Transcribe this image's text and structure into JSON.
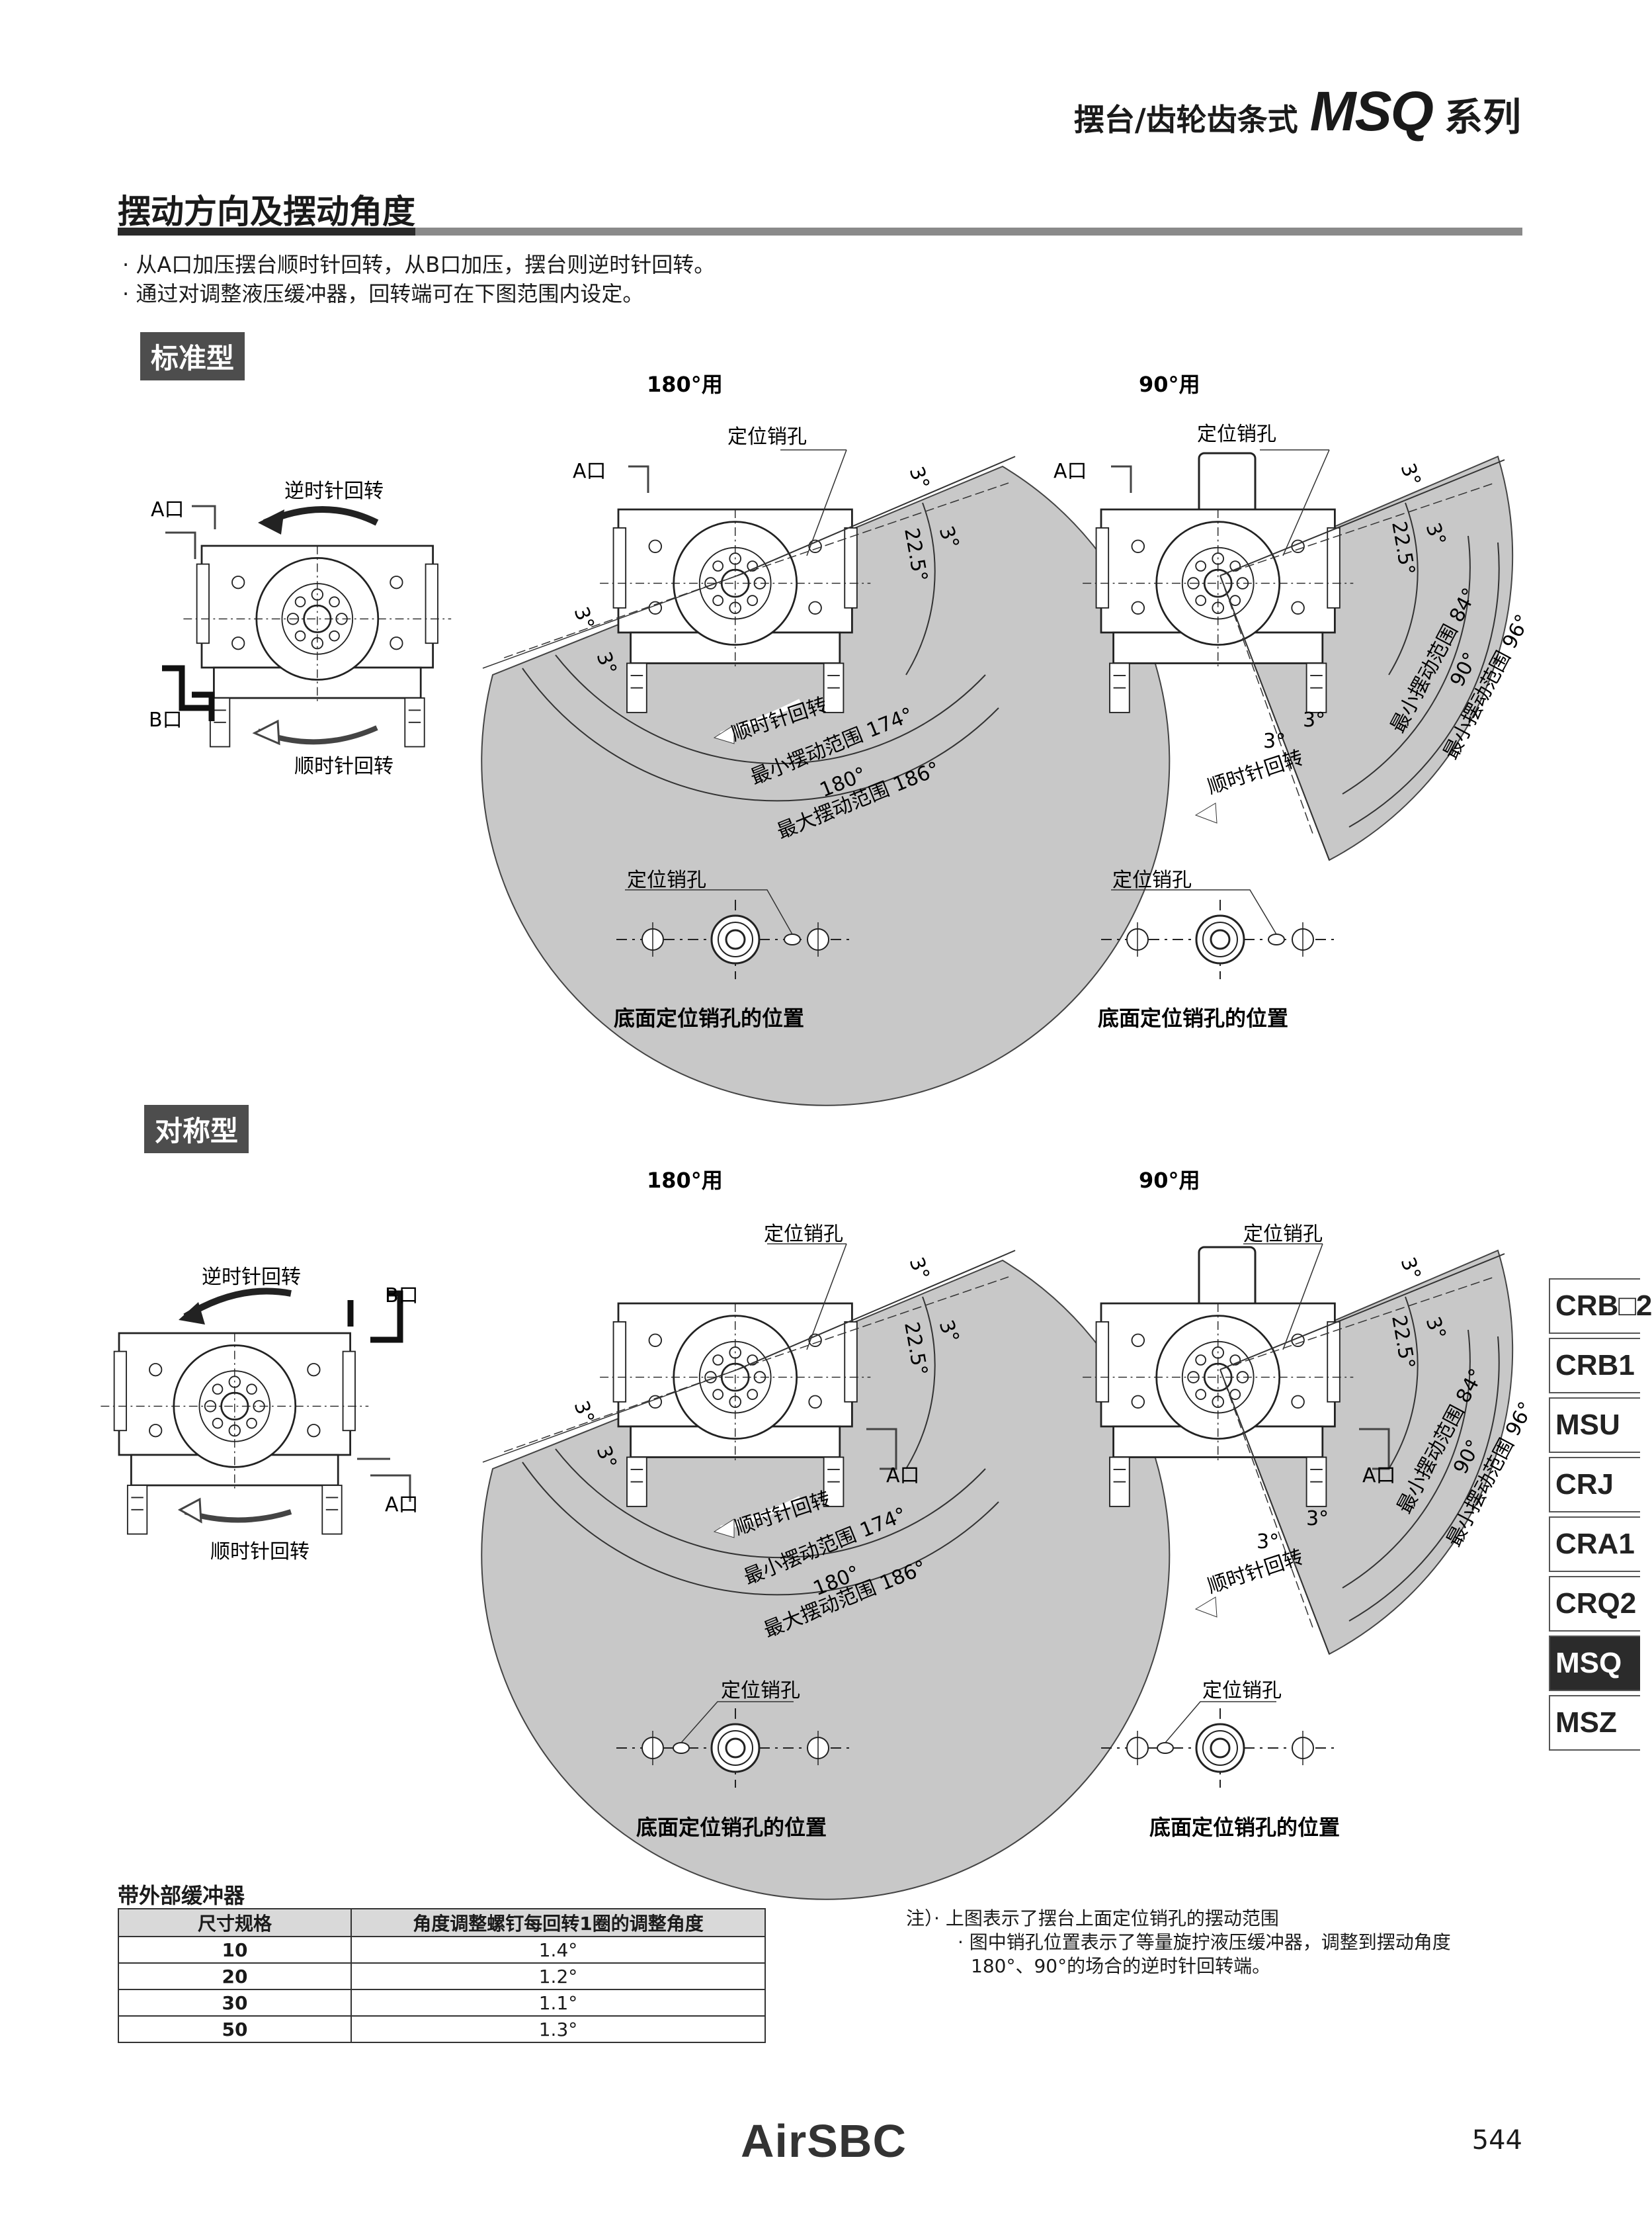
{
  "header": {
    "category": "摆台/齿轮齿条式",
    "model": "MSQ",
    "suffix": "系列"
  },
  "section": {
    "title": "摆动方向及摆动角度",
    "bullets": [
      "从A口加压摆台顺时针回转，从B口加压，摆台则逆时针回转。",
      "通过对调整液压缓冲器，回转端可在下图范围内设定。"
    ]
  },
  "standard": {
    "tag": "标准型",
    "left": {
      "port_a": "A口",
      "port_b": "B口",
      "ccw": "逆时针回转",
      "cw": "顺时针回转"
    },
    "d180": {
      "title": "180°用",
      "pin_hole": "定位销孔",
      "port_a": "A口",
      "ang3": "3°",
      "ang22": "22.5°",
      "cw": "顺时针回转",
      "min_range": "最小摆动范围 174°",
      "nominal": "180°",
      "max_range": "最大摆动范围 186°",
      "bottom_pin": "定位销孔",
      "caption": "底面定位销孔的位置"
    },
    "d90": {
      "title": "90°用",
      "pin_hole": "定位销孔",
      "port_a": "A口",
      "ang3": "3°",
      "ang22": "22.5°",
      "cw": "顺时针回转",
      "min_range": "最小摆动范围 84°",
      "nominal": "90°",
      "max_range": "最小摆动范围 96°",
      "bottom_pin": "定位销孔",
      "caption": "底面定位销孔的位置"
    }
  },
  "symmetric": {
    "tag": "对称型",
    "left": {
      "port_a": "A口",
      "port_b": "B口",
      "ccw": "逆时针回转",
      "cw": "顺时针回转"
    },
    "d180": {
      "title": "180°用",
      "pin_hole": "定位销孔",
      "port_a": "A口",
      "ang3": "3°",
      "ang22": "22.5°",
      "cw": "顺时针回转",
      "min_range": "最小摆动范围 174°",
      "nominal": "180°",
      "max_range": "最大摆动范围 186°",
      "bottom_pin": "定位销孔",
      "caption": "底面定位销孔的位置"
    },
    "d90": {
      "title": "90°用",
      "pin_hole": "定位销孔",
      "port_a": "A口",
      "ang3": "3°",
      "ang22": "22.5°",
      "cw": "顺时针回转",
      "min_range": "最小摆动范围 84°",
      "nominal": "90°",
      "max_range": "最小摆动范围 96°",
      "bottom_pin": "定位销孔",
      "caption": "底面定位销孔的位置"
    }
  },
  "table": {
    "caption": "带外部缓冲器",
    "headers": [
      "尺寸规格",
      "角度调整螺钉每回转1圈的调整角度"
    ],
    "rows": [
      [
        "10",
        "1.4°"
      ],
      [
        "20",
        "1.2°"
      ],
      [
        "30",
        "1.1°"
      ],
      [
        "50",
        "1.3°"
      ]
    ]
  },
  "notes": {
    "prefix": "注）·",
    "line1": "上图表示了摆台上面定位销孔的摆动范围",
    "line2": "· 图中销孔位置表示了等量旋拧液压缓冲器，调整到摆动角度",
    "line3": "180°、90°的场合的逆时针回转端。"
  },
  "sidetabs": [
    "CRB□2",
    "CRB1",
    "MSU",
    "CRJ",
    "CRA1",
    "CRQ2",
    "MSQ",
    "MSZ"
  ],
  "active_tab": "MSQ",
  "footer": {
    "logo": "AirSBC",
    "page": "544"
  },
  "colors": {
    "sector_fill": "#c8c8c8",
    "tag_bg": "#4d4d4d",
    "active_tab_bg": "#2b2b2b"
  }
}
